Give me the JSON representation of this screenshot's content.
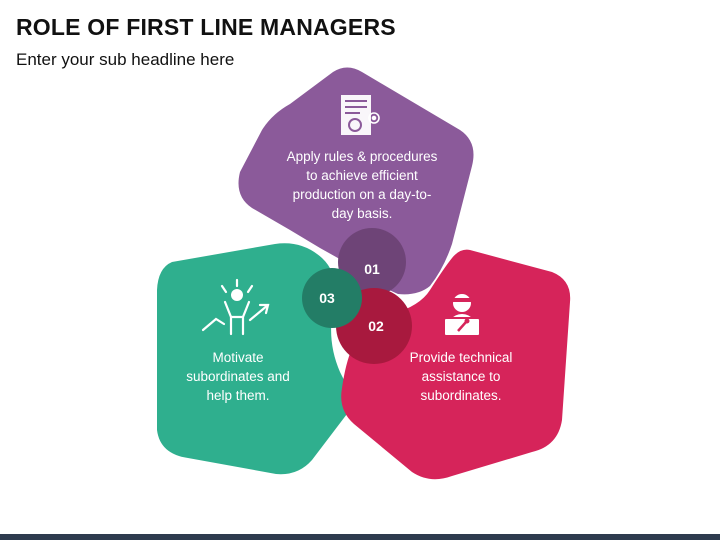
{
  "header": {
    "title": "ROLE OF FIRST LINE MANAGERS",
    "subtitle": "Enter your sub headline here"
  },
  "cards": [
    {
      "number": "01",
      "text": "Apply rules & procedures to achieve efficient production on a day-to-day basis.",
      "icon": "document-gear-icon",
      "color": "#8B5A9A",
      "badge_color": "#6E4477"
    },
    {
      "number": "02",
      "text": "Provide technical assistance to subordinates.",
      "icon": "technician-laptop-icon",
      "color": "#D6245A",
      "badge_color": "#A8193E"
    },
    {
      "number": "03",
      "text": "Motivate subordinates and help them.",
      "icon": "growth-person-icon",
      "color": "#2FAF8E",
      "badge_color": "#237D66"
    }
  ],
  "colors": {
    "bottom_bar": "#2E3B4E"
  }
}
